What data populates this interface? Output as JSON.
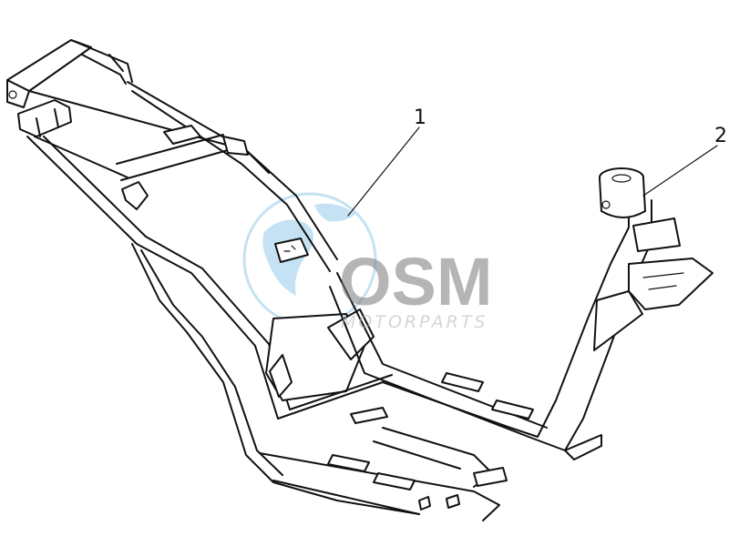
{
  "callouts": [
    {
      "label": "1",
      "part": "frame"
    },
    {
      "label": "2",
      "part": "steering-head-tube"
    }
  ],
  "watermark": {
    "logo_text": "OSM",
    "subtext": "MOTORPARTS",
    "colors": {
      "globe": "#2f9ad6",
      "text": "#7a7a7a",
      "subtext": "#aeb6bd"
    }
  },
  "colors": {
    "line": "#111111",
    "background": "#ffffff"
  }
}
